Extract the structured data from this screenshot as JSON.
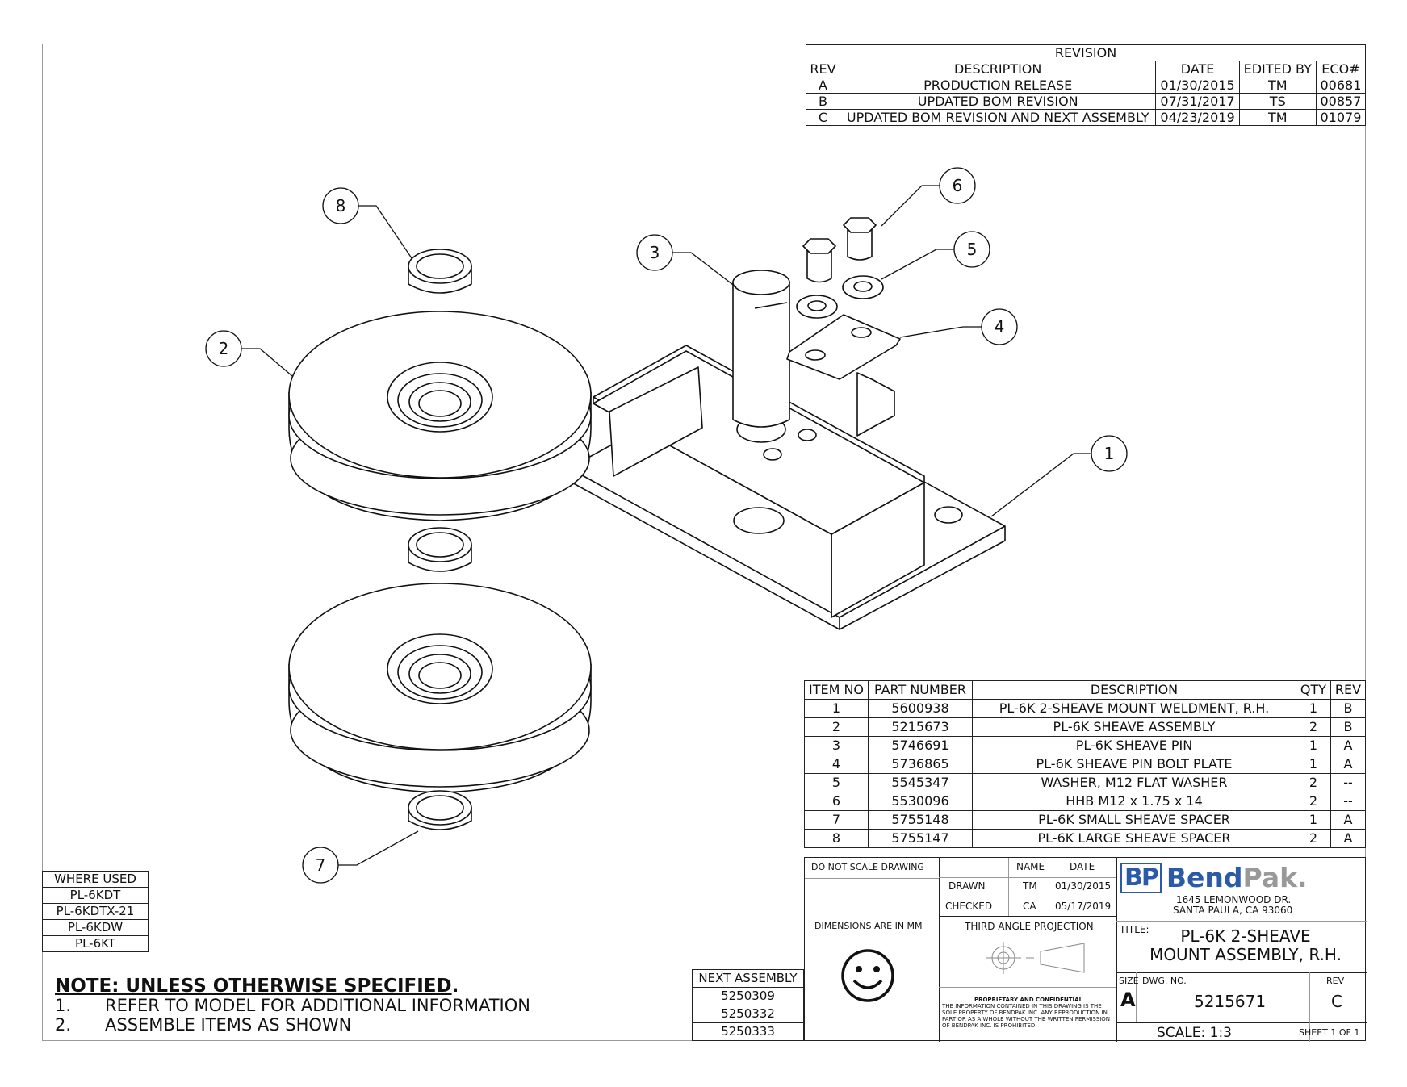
{
  "revision": {
    "title": "REVISION",
    "headers": [
      "REV",
      "DESCRIPTION",
      "DATE",
      "EDITED BY",
      "ECO#"
    ],
    "rows": [
      [
        "A",
        "PRODUCTION RELEASE",
        "01/30/2015",
        "TM",
        "00681"
      ],
      [
        "B",
        "UPDATED BOM REVISION",
        "07/31/2017",
        "TS",
        "00857"
      ],
      [
        "C",
        "UPDATED BOM REVISION AND NEXT ASSEMBLY",
        "04/23/2019",
        "TM",
        "01079"
      ]
    ]
  },
  "bom": {
    "headers": [
      "ITEM NO",
      "PART NUMBER",
      "DESCRIPTION",
      "QTY",
      "REV"
    ],
    "rows": [
      [
        "1",
        "5600938",
        "PL-6K 2-SHEAVE MOUNT WELDMENT, R.H.",
        "1",
        "B"
      ],
      [
        "2",
        "5215673",
        "PL-6K SHEAVE ASSEMBLY",
        "2",
        "B"
      ],
      [
        "3",
        "5746691",
        "PL-6K SHEAVE PIN",
        "1",
        "A"
      ],
      [
        "4",
        "5736865",
        "PL-6K SHEAVE PIN BOLT PLATE",
        "1",
        "A"
      ],
      [
        "5",
        "5545347",
        "WASHER, M12 FLAT WASHER",
        "2",
        "--"
      ],
      [
        "6",
        "5530096",
        "HHB M12 x 1.75 x 14",
        "2",
        "--"
      ],
      [
        "7",
        "5755148",
        "PL-6K SMALL SHEAVE SPACER",
        "1",
        "A"
      ],
      [
        "8",
        "5755147",
        "PL-6K LARGE SHEAVE SPACER",
        "2",
        "A"
      ]
    ]
  },
  "where_used": {
    "title": "WHERE USED",
    "items": [
      "PL-6KDT",
      "PL-6KDTX-21",
      "PL-6KDW",
      "PL-6KT"
    ]
  },
  "next_assembly": {
    "title": "NEXT ASSEMBLY",
    "items": [
      "5250309",
      "5250332",
      "5250333"
    ]
  },
  "notes": {
    "title": "NOTE: UNLESS OTHERWISE SPECIFIED",
    "title_suffix": ".",
    "items": [
      {
        "num": "1.",
        "text": "REFER TO MODEL FOR ADDITIONAL INFORMATION"
      },
      {
        "num": "2.",
        "text": "ASSEMBLE ITEMS AS SHOWN"
      }
    ]
  },
  "title_block": {
    "do_not_scale": "DO NOT SCALE DRAWING",
    "dimensions": "DIMENSIONS ARE IN MM",
    "name_label": "NAME",
    "date_label": "DATE",
    "drawn_label": "DRAWN",
    "drawn_name": "TM",
    "drawn_date": "01/30/2015",
    "checked_label": "CHECKED",
    "checked_name": "CA",
    "checked_date": "05/17/2019",
    "projection": "THIRD ANGLE PROJECTION",
    "proprietary_title": "PROPRIETARY AND CONFIDENTIAL",
    "proprietary_text": "THE INFORMATION CONTAINED IN THIS DRAWING IS THE SOLE PROPERTY OF BENDPAK INC. ANY REPRODUCTION IN PART OR AS A WHOLE WITHOUT THE WRITTEN PERMISSION OF BENDPAK INC. IS PROHIBITED.",
    "company_logo_bp": "BP",
    "company_logo_bend": "Bend",
    "company_logo_pak": "Pak.",
    "address_line1": "1645 LEMONWOOD DR.",
    "address_line2": "SANTA PAULA, CA 93060",
    "title_label": "TITLE:",
    "title_line1": "PL-6K 2-SHEAVE",
    "title_line2": "MOUNT ASSEMBLY, R.H.",
    "size_label": "SIZE",
    "size_value": "A",
    "dwg_label": "DWG.  NO.",
    "dwg_value": "5215671",
    "rev_label": "REV",
    "rev_value": "C",
    "scale": "SCALE: 1:3",
    "sheet": "SHEET 1 OF 1"
  },
  "balloons": [
    "1",
    "2",
    "3",
    "4",
    "5",
    "6",
    "7",
    "8"
  ]
}
